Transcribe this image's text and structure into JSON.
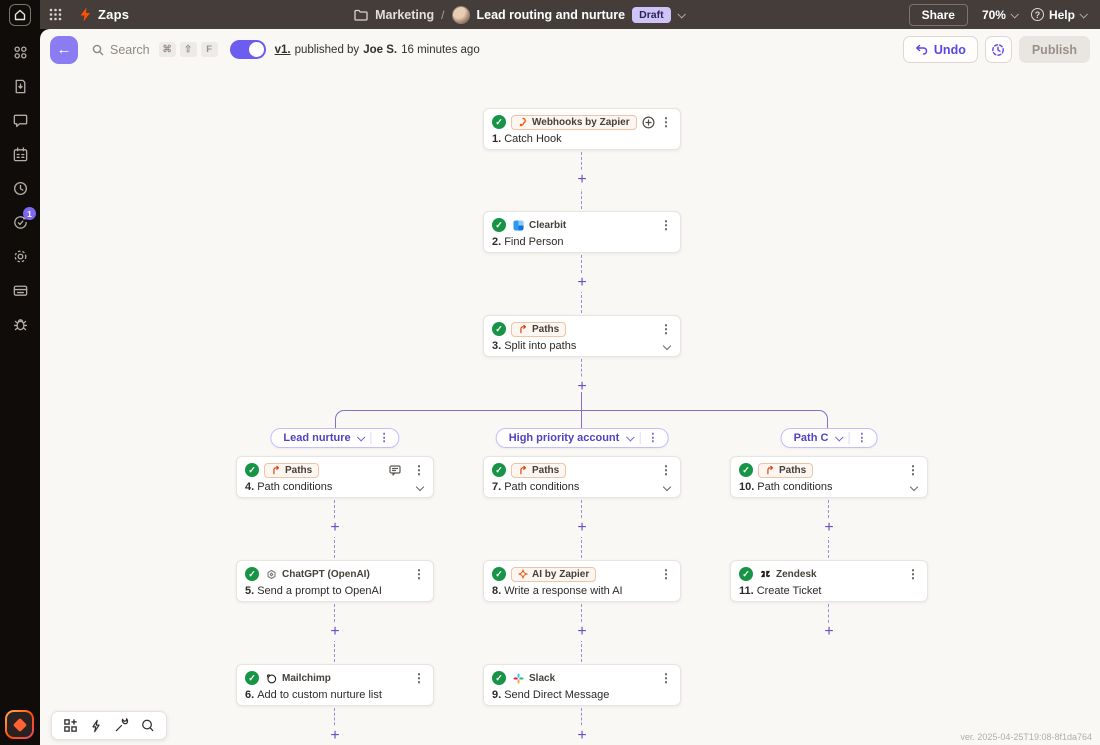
{
  "header": {
    "app_title": "Zaps",
    "breadcrumb_folder": "Marketing",
    "breadcrumb_separator": "/",
    "doc_title": "Lead routing and nurture",
    "status_badge": "Draft",
    "share_label": "Share",
    "zoom_level": "70%",
    "help_label": "Help"
  },
  "toolbar": {
    "search_placeholder": "Search",
    "shortcut_keys": [
      "⌘",
      "⇧",
      "F"
    ],
    "version_link": "v1.",
    "published_prefix": "published by",
    "author": "Joe S.",
    "published_ago": "16 minutes ago",
    "undo_label": "Undo",
    "publish_label": "Publish"
  },
  "sidebar": {
    "notification_count": "1",
    "icons": [
      "apps-icon",
      "file-icon",
      "chat-icon",
      "calendar-icon",
      "clock-icon",
      "history-badge-icon",
      "settings-icon",
      "storage-icon",
      "bug-icon",
      "ai-copilot-button"
    ]
  },
  "icons": {
    "check": "✓",
    "kebab": "⋮",
    "plus": "+",
    "back_arrow": "←",
    "question": "?"
  },
  "canvas": {
    "paths": [
      {
        "label": "Lead nurture"
      },
      {
        "label": "High priority account"
      },
      {
        "label": "Path C"
      }
    ],
    "nodes": [
      {
        "number": "1.",
        "title": "Catch Hook",
        "app": "Webhooks by Zapier"
      },
      {
        "number": "2.",
        "title": "Find Person",
        "app": "Clearbit"
      },
      {
        "number": "3.",
        "title": "Split into paths",
        "app": "Paths"
      },
      {
        "number": "4.",
        "title": "Path conditions",
        "app": "Paths"
      },
      {
        "number": "5.",
        "title": "Send a prompt to OpenAI",
        "app": "ChatGPT (OpenAI)"
      },
      {
        "number": "6.",
        "title": "Add to custom nurture list",
        "app": "Mailchimp"
      },
      {
        "number": "7.",
        "title": "Path conditions",
        "app": "Paths"
      },
      {
        "number": "8.",
        "title": "Write a response with AI",
        "app": "AI by Zapier"
      },
      {
        "number": "9.",
        "title": "Send Direct Message",
        "app": "Slack"
      },
      {
        "number": "10.",
        "title": "Path conditions",
        "app": "Paths"
      },
      {
        "number": "11.",
        "title": "Create Ticket",
        "app": "Zendesk"
      }
    ],
    "version_text": "ver. 2025-04-25T19:08-8f1da764"
  },
  "colors": {
    "accent_purple": "#695be8",
    "brand_orange": "#ff4f00",
    "success_green": "#189447",
    "header_bg": "#453d39",
    "sidebar_bg": "#0f0c0a",
    "canvas_bg": "#faf8f5",
    "draft_badge_bg": "#cfc4f8"
  }
}
